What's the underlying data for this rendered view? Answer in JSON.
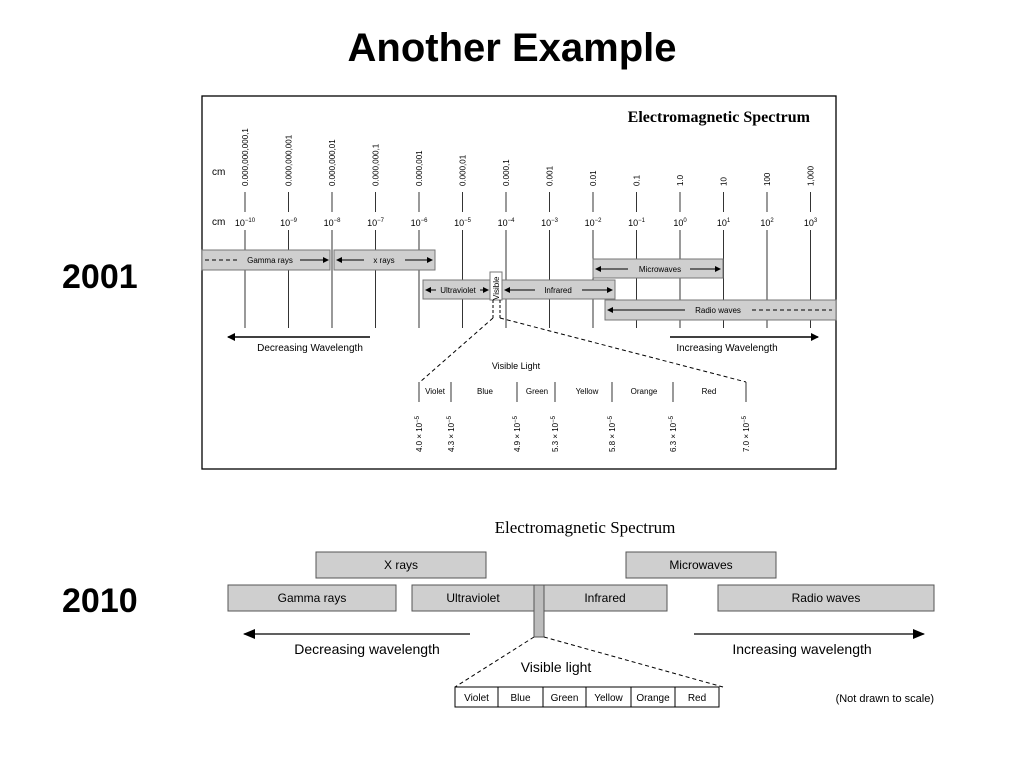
{
  "slide": {
    "title": "Another Example",
    "year_top": "2001",
    "year_bottom": "2010"
  },
  "figure_2001": {
    "title": "Electromagnetic Spectrum",
    "unit_label": "cm",
    "decimal_ticks": [
      "0.000,000,000,1",
      "0.000,000,001",
      "0.000,000,01",
      "0.000,000,1",
      "0.000,001",
      "0.000,01",
      "0.000,1",
      "0.001",
      "0.01",
      "0.1",
      "1.0",
      "10",
      "100",
      "1,000"
    ],
    "exponents": [
      "−10",
      "−9",
      "−8",
      "−7",
      "−6",
      "−5",
      "−4",
      "−3",
      "−2",
      "−1",
      "0",
      "1",
      "2",
      "3"
    ],
    "bands": {
      "gamma": "Gamma rays",
      "xray": "x rays",
      "ultraviolet": "Ultraviolet",
      "visible": "Visible",
      "infrared": "Infrared",
      "microwaves": "Microwaves",
      "radio": "Radio waves"
    },
    "decreasing": "Decreasing Wavelength",
    "increasing": "Increasing Wavelength",
    "visible_light": "Visible Light",
    "colors": [
      "Violet",
      "Blue",
      "Green",
      "Yellow",
      "Orange",
      "Red"
    ],
    "boundary_values": [
      "4.0",
      "4.3",
      "4.9",
      "5.3",
      "5.8",
      "6.3",
      "7.0"
    ],
    "boundary_exponent": "−5"
  },
  "figure_2010": {
    "title": "Electromagnetic Spectrum",
    "bands": {
      "xray": "X rays",
      "microwaves": "Microwaves",
      "gamma": "Gamma rays",
      "ultraviolet": "Ultraviolet",
      "infrared": "Infrared",
      "radio": "Radio waves"
    },
    "decreasing": "Decreasing wavelength",
    "increasing": "Increasing wavelength",
    "visible_light": "Visible light",
    "colors": [
      "Violet",
      "Blue",
      "Green",
      "Yellow",
      "Orange",
      "Red"
    ],
    "note": "(Not drawn to scale)"
  }
}
